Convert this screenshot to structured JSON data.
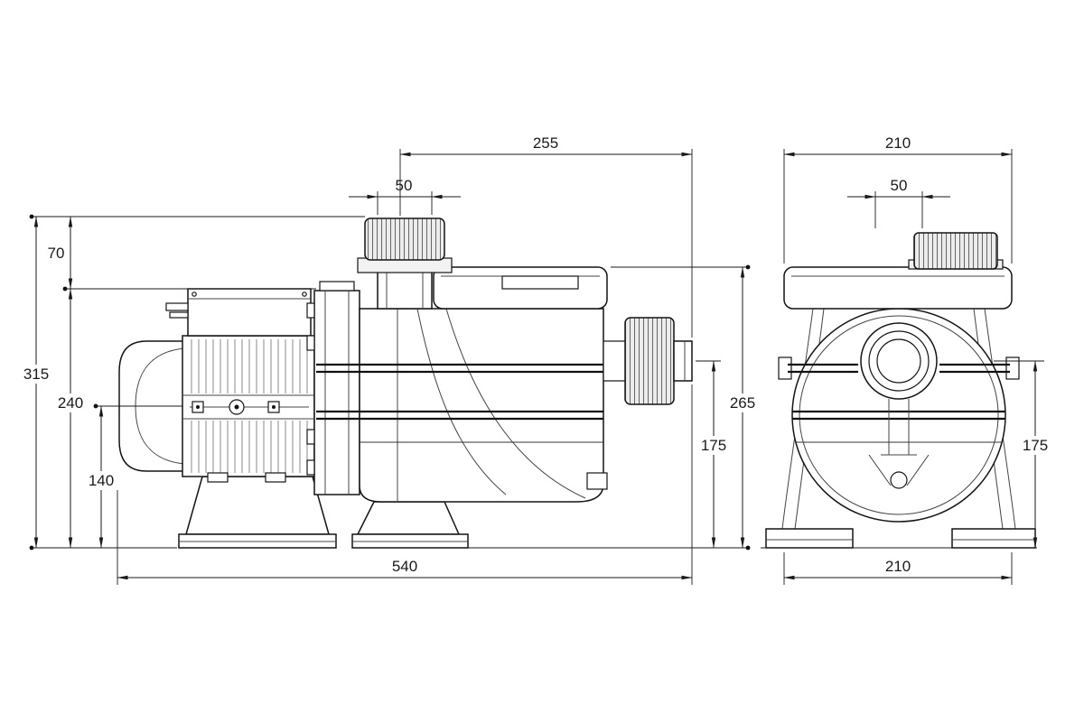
{
  "dims": {
    "side": {
      "top_length": "255",
      "port_width": "50",
      "lid_offset": "70",
      "overall_height": "315",
      "mid_height": "240",
      "axis_height": "140",
      "body_height": "265",
      "outlet_height": "175",
      "overall_length": "540"
    },
    "front": {
      "top_width": "210",
      "port_width": "50",
      "outlet_height": "175",
      "base_width": "210"
    }
  }
}
